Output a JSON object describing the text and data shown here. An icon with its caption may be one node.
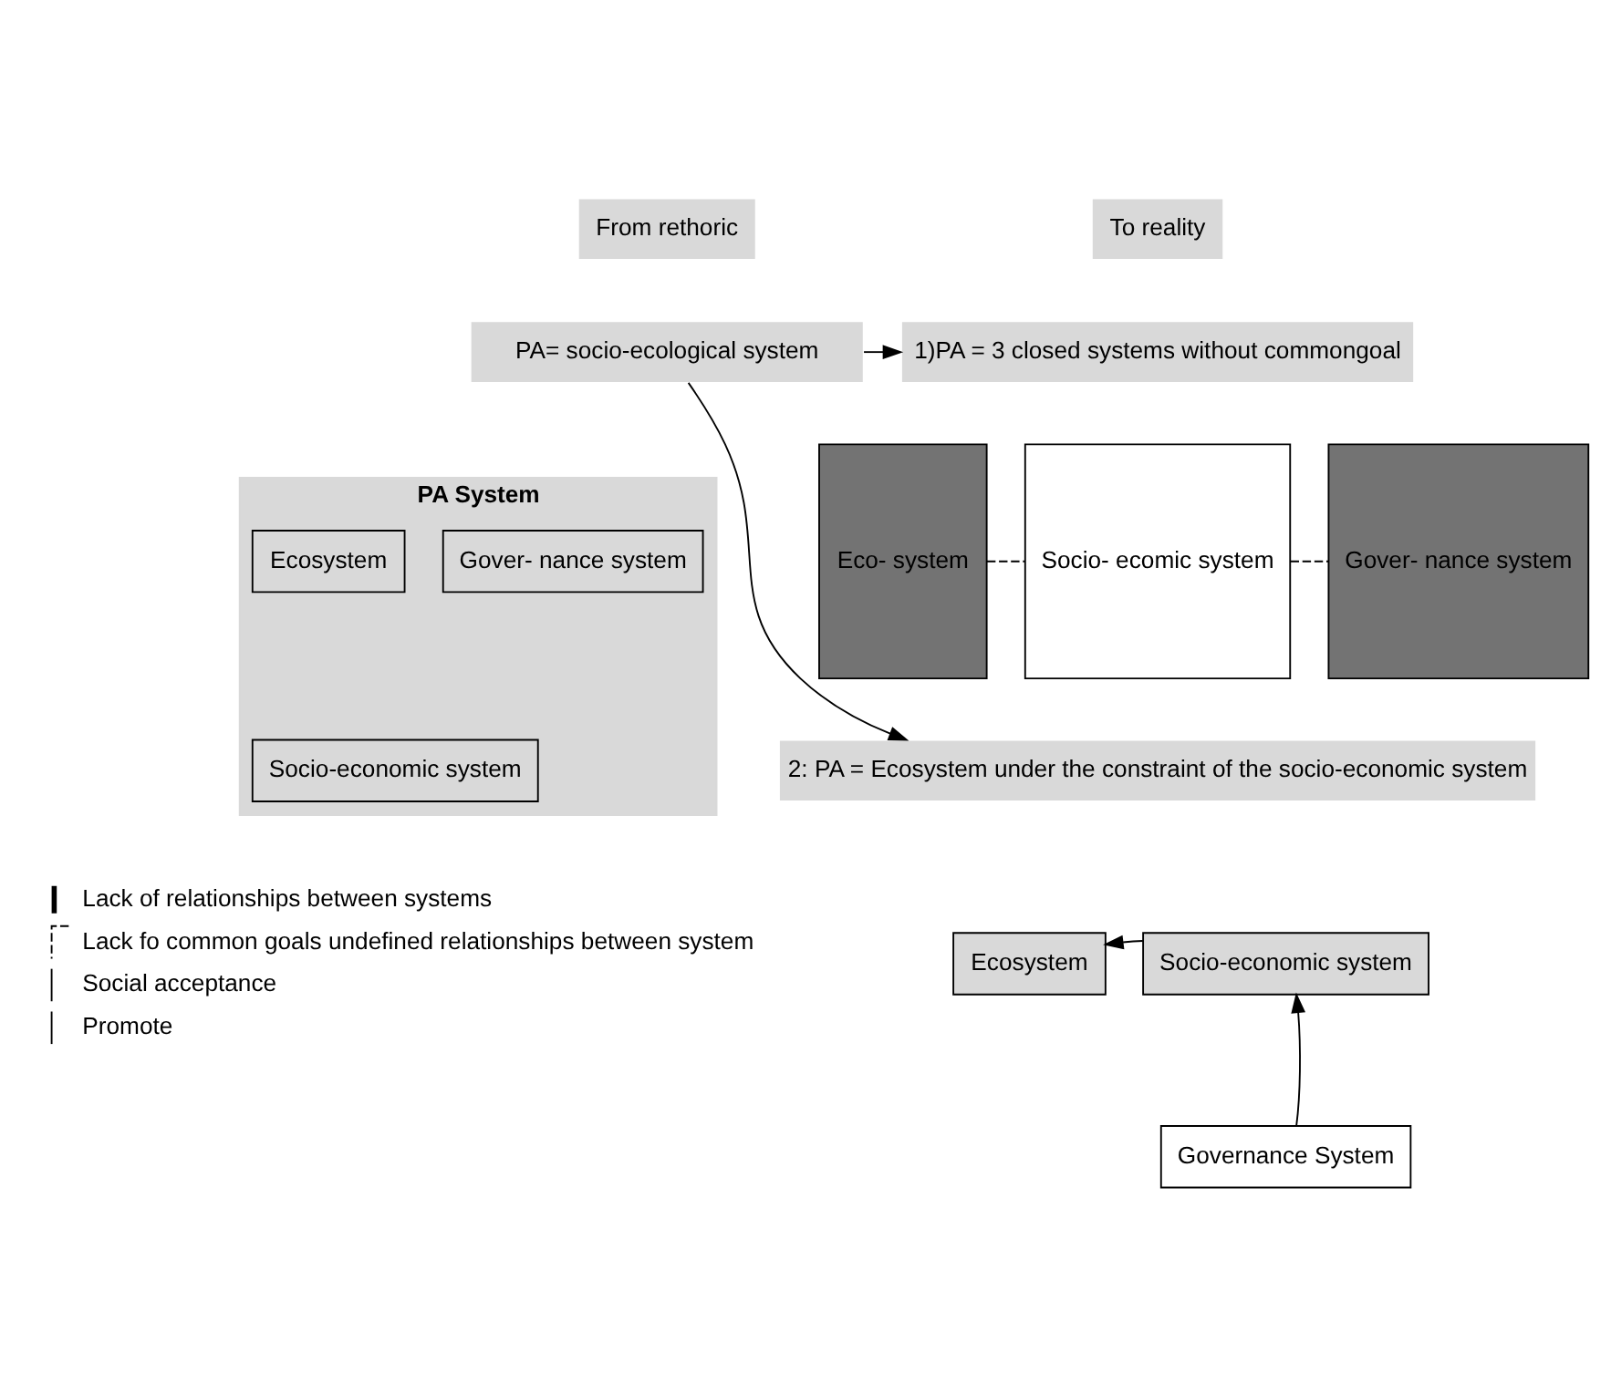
{
  "diagram": {
    "nodes": [
      {
        "text": [
          "From rethoric"
        ]
      },
      {
        "text": [
          "To reality"
        ]
      },
      {
        "text": [
          "PA= socio-ecological system"
        ]
      },
      {
        "text": [
          "1)PA = 3 closed systems without commongoal"
        ]
      },
      {
        "text": [
          "PA System"
        ]
      },
      {
        "text": [
          "Ecosystem"
        ],
        "in": 4
      },
      {
        "text": [
          "Socio-economic system"
        ],
        "in": 4
      },
      {
        "text": [
          "Gover- nance system"
        ],
        "in": 4
      },
      {
        "text": [
          "Eco- system"
        ]
      },
      {
        "text": [
          "Socio- ecomic system"
        ]
      },
      {
        "text": [
          "Gover- nance system"
        ]
      },
      {
        "text": [
          "2: PA = Ecosystem under the constraint of the socio-economic system"
        ]
      },
      {
        "text": [
          "Ecosystem"
        ]
      },
      {
        "text": [
          "Socio-economic system"
        ]
      },
      {
        "text": [
          "Governance System"
        ]
      }
    ],
    "edges": [
      {
        "from": 2,
        "to": 3,
        "arrow": "to"
      },
      {
        "from": 2,
        "to": 11,
        "arrow": "to"
      },
      {
        "from": 8,
        "to": 9,
        "arrow": "none",
        "style": "dashed"
      },
      {
        "from": 9,
        "to": 10,
        "arrow": "none",
        "style": "dashed"
      },
      {
        "from": 13,
        "to": 12,
        "arrow": "to"
      },
      {
        "from": 14,
        "to": 13,
        "arrow": "to"
      }
    ],
    "legend": [
      {
        "text": "Lack of relationships between systems"
      },
      {
        "text": "Lack fo common goals undefined relationships between system"
      },
      {
        "text": "Social acceptance"
      },
      {
        "text": "Promote"
      }
    ]
  }
}
